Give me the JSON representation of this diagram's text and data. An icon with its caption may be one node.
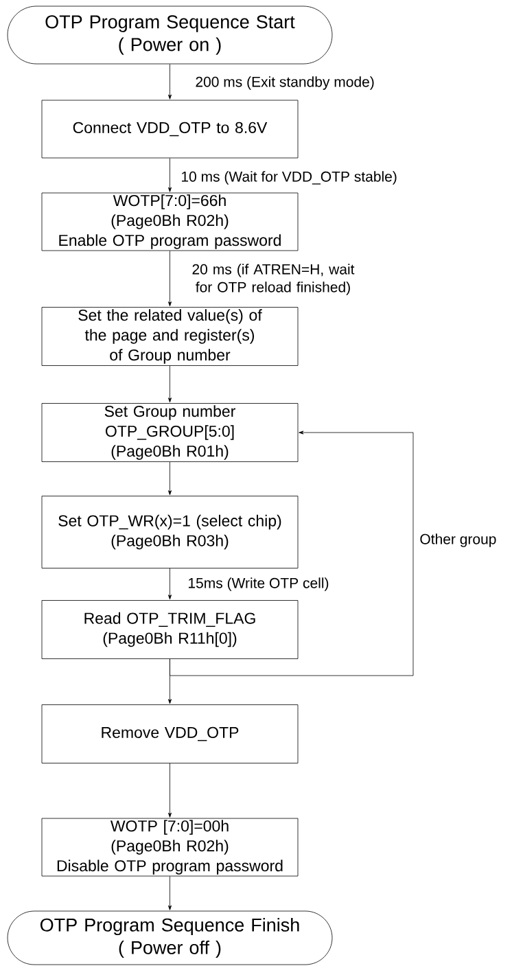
{
  "diagram": {
    "nodes": [
      {
        "text": [
          "OTP Program Sequence Start",
          "( Power on )"
        ]
      },
      {
        "text": [
          "Connect VDD_OTP to 8.6V"
        ]
      },
      {
        "text": [
          "WOTP[7:0]=66h",
          "(Page0Bh R02h)",
          "Enable OTP program password"
        ]
      },
      {
        "text": [
          "Set the related value(s) of the page and register(s) of Group number"
        ]
      },
      {
        "text": [
          "Set Group number",
          "OTP_GROUP[5:0]",
          "(Page0Bh R01h)"
        ]
      },
      {
        "text": [
          "Set OTP_WR(x)=1 (select chip)",
          "(Page0Bh R03h)"
        ]
      },
      {
        "text": [
          "Read OTP_TRIM_FLAG",
          "(Page0Bh R11h[0])"
        ]
      },
      {
        "text": [
          "Remove VDD_OTP"
        ]
      },
      {
        "text": [
          "WOTP [7:0]=00h",
          "(Page0Bh R02h)",
          "Disable OTP program password"
        ]
      },
      {
        "text": [
          "OTP Program Sequence Finish",
          "( Power off )"
        ]
      }
    ],
    "edges": [
      {
        "from": 0,
        "to": 1,
        "arrow": "to",
        "label": "200 ms (Exit standby mode)"
      },
      {
        "from": 1,
        "to": 2,
        "arrow": "to",
        "label": "10 ms (Wait for VDD_OTP stable)"
      },
      {
        "from": 2,
        "to": 3,
        "arrow": "to",
        "label": "20 ms (if ATREN=H, wait for OTP reload finished)"
      },
      {
        "from": 3,
        "to": 4,
        "arrow": "to"
      },
      {
        "from": 4,
        "to": 5,
        "arrow": "to"
      },
      {
        "from": 5,
        "to": 6,
        "arrow": "to",
        "label": "15ms (Write OTP cell)"
      },
      {
        "from": 6,
        "to": 4,
        "arrow": "to",
        "label": "Other group"
      },
      {
        "from": 6,
        "to": 7,
        "arrow": "to"
      },
      {
        "from": 7,
        "to": 8,
        "arrow": "to"
      },
      {
        "from": 8,
        "to": 9,
        "arrow": "to"
      }
    ]
  }
}
